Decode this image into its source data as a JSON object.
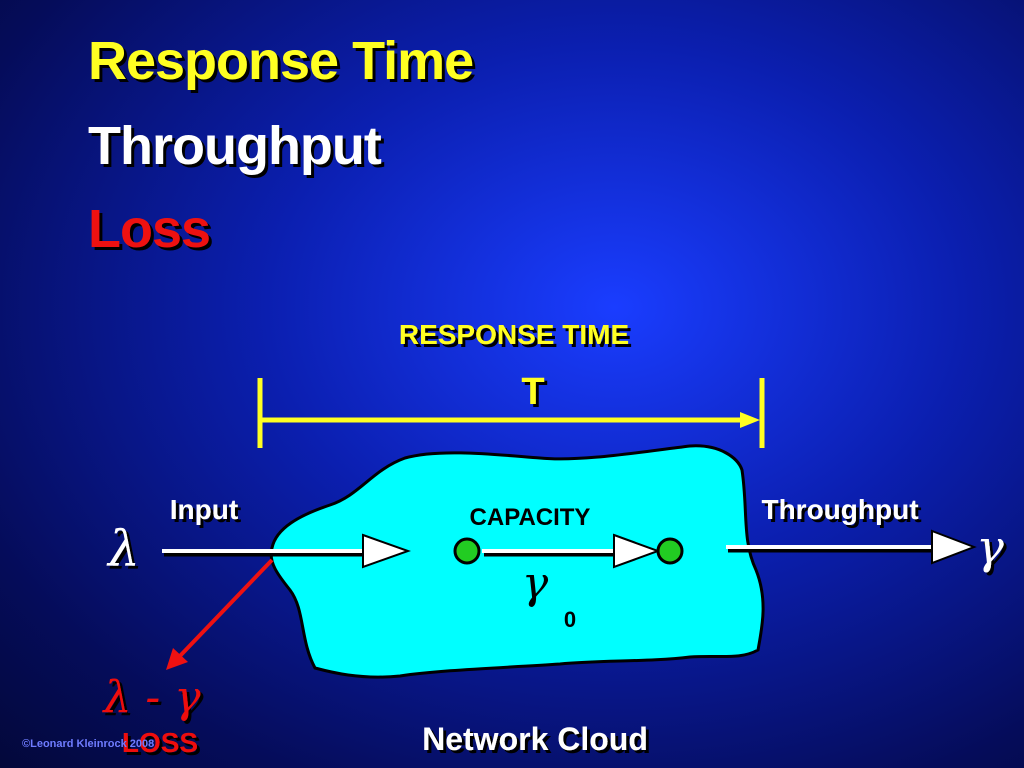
{
  "slide": {
    "title_lines": [
      "Response Time",
      "Throughput",
      "Loss"
    ]
  },
  "diagram": {
    "response_time_label": "RESPONSE TIME",
    "response_time_symbol": "T",
    "input_label": "Input",
    "input_symbol": "λ",
    "capacity_label": "CAPACITY",
    "capacity_symbol": "γ",
    "capacity_subscript": "0",
    "throughput_label": "Throughput",
    "throughput_symbol": "γ",
    "loss_expression": "λ - γ",
    "loss_label": "LOSS",
    "cloud_label": "Network Cloud"
  },
  "footer": {
    "copyright": "©Leonard Kleinrock 2008"
  },
  "colors": {
    "yellow": "#ffff22",
    "red": "#ee1111",
    "cloud": "#00ffff",
    "node": "#22cc22"
  }
}
